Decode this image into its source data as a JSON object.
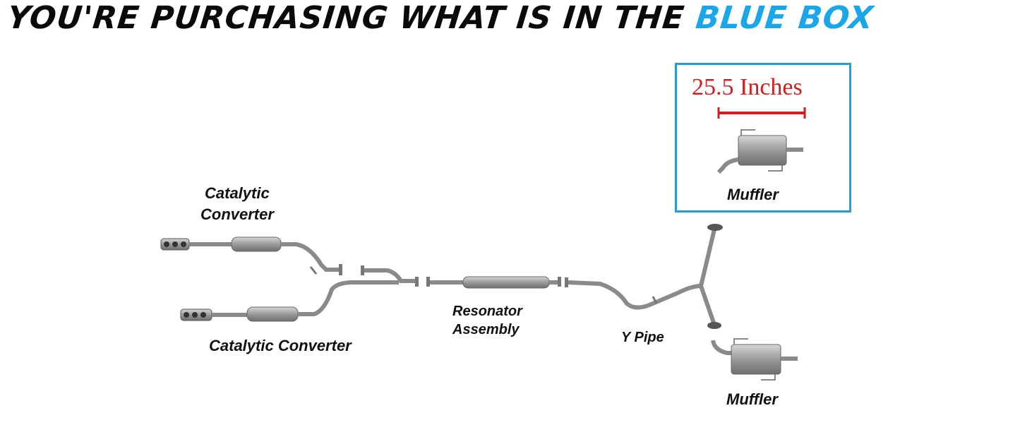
{
  "headline": {
    "text_main": "YOU'RE PURCHASING WHAT IS IN THE ",
    "text_accent": "BLUE BOX",
    "accent_color": "#1aa6e8"
  },
  "highlight_box": {
    "dimension": "25.5 Inches",
    "dimension_color": "#d11f1f",
    "border_color": "#2a9bd6",
    "part_label": "Muffler"
  },
  "diagram_labels": {
    "cat_upper_line1": "Catalytic",
    "cat_upper_line2": "Converter",
    "cat_lower": "Catalytic Converter",
    "resonator_line1": "Resonator",
    "resonator_line2": "Assembly",
    "y_pipe": "Y Pipe",
    "muffler_lower": "Muffler"
  }
}
